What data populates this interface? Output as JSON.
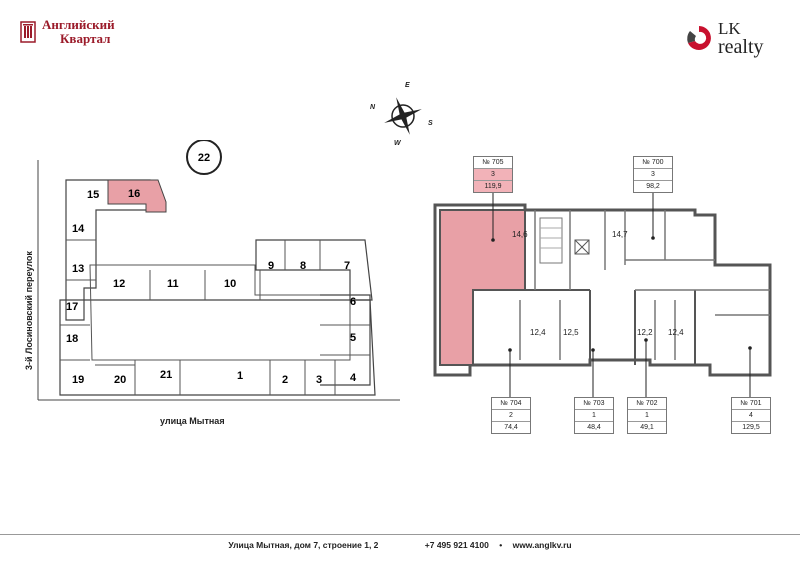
{
  "header": {
    "brand_line1": "Английский",
    "brand_line2": "Квартал",
    "partner_line1": "LK",
    "partner_line2": "realty"
  },
  "compass": {
    "north": "N",
    "east": "E",
    "south": "S",
    "west": "W"
  },
  "site_map": {
    "buildings": [
      "1",
      "2",
      "3",
      "4",
      "5",
      "6",
      "7",
      "8",
      "9",
      "10",
      "11",
      "12",
      "13",
      "14",
      "15",
      "16",
      "17",
      "18",
      "19",
      "20",
      "21",
      "22"
    ],
    "highlighted_building": "16",
    "street_bottom": "улица Мытная",
    "street_side": "3-й Лосиновский переулок"
  },
  "floor_plan": {
    "apartments": [
      {
        "number": "№ 705",
        "rooms": "3",
        "area": "119,9",
        "highlighted": true
      },
      {
        "number": "№ 700",
        "rooms": "3",
        "area": "98,2",
        "highlighted": false
      },
      {
        "number": "№ 704",
        "rooms": "2",
        "area": "74,4",
        "highlighted": false
      },
      {
        "number": "№ 703",
        "rooms": "1",
        "area": "48,4",
        "highlighted": false
      },
      {
        "number": "№ 702",
        "rooms": "1",
        "area": "49,1",
        "highlighted": false
      },
      {
        "number": "№ 701",
        "rooms": "4",
        "area": "129,5",
        "highlighted": false
      }
    ],
    "room_areas": [
      "14,6",
      "14,7",
      "12,4",
      "12,5",
      "12,2",
      "12,4"
    ]
  },
  "footer": {
    "address": "Улица Мытная, дом 7, строение 1, 2",
    "phone": "+7 495 921 4100",
    "separator": "•",
    "website": "www.anglkv.ru"
  },
  "colors": {
    "brand": "#9b1b2a",
    "highlight": "#e8a0a6",
    "wall": "#555555"
  },
  "icons": {
    "brand_logo": "crest-icon",
    "partner_logo": "lk-swirl-icon",
    "compass": "compass-icon"
  }
}
